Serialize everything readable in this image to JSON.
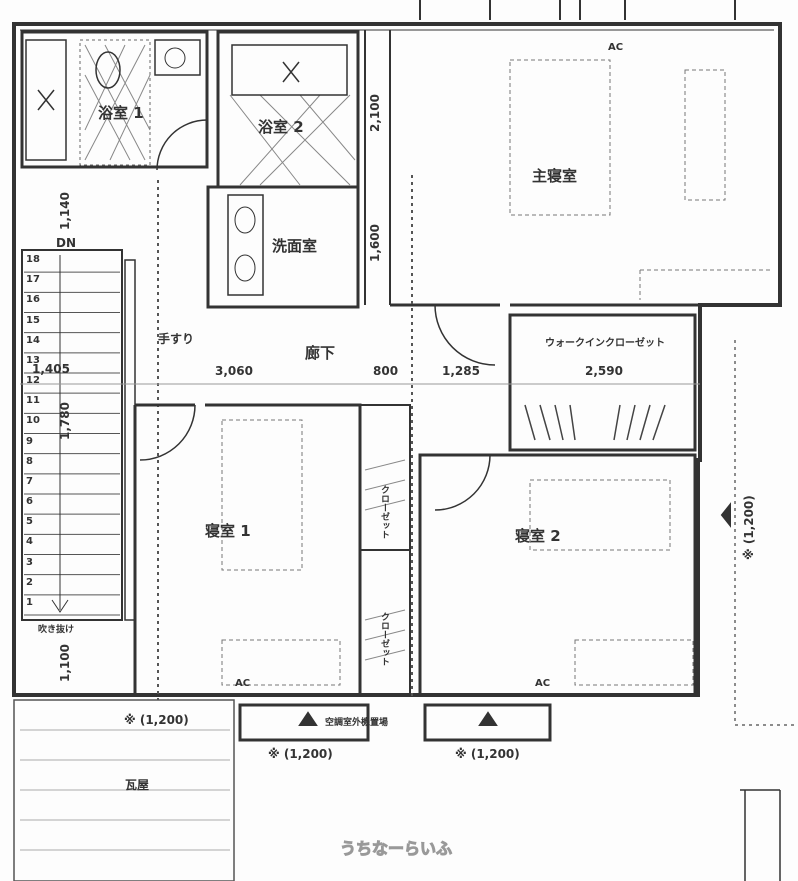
{
  "rooms": {
    "bath1": "浴室 1",
    "bath2": "浴室 2",
    "master": "主寝室",
    "washroom": "洗面室",
    "hallway": "廊下",
    "bedroom1": "寝室 1",
    "bedroom2": "寝室 2",
    "walkin": "ウォークインクローゼット",
    "handrail": "手すり",
    "void": "吹き抜け",
    "roof": "瓦屋",
    "outdoor_unit": "空調室外機置場",
    "closet1": "クローゼット",
    "closet2": "クローゼット",
    "stairs_dn": "DN"
  },
  "ac_labels": [
    "AC",
    "AC",
    "AC"
  ],
  "dimensions": {
    "d2100": "2,100",
    "d1600": "1,600",
    "d1140": "1,140",
    "d1405": "1,405",
    "d1780": "1,780",
    "d3060": "3,060",
    "d800": "800",
    "d1285": "1,285",
    "d2590": "2,590",
    "d1100": "1,100",
    "n1": "※ (1,200)",
    "n2": "※ (1,200)",
    "n3": "※ (1,200)",
    "n4": "※ (1,200)"
  },
  "stair_steps": [
    "18",
    "17",
    "16",
    "15",
    "14",
    "13",
    "12",
    "11",
    "10",
    "9",
    "8",
    "7",
    "6",
    "5",
    "4",
    "3",
    "2",
    "1"
  ],
  "watermark": "うちなーらいふ"
}
